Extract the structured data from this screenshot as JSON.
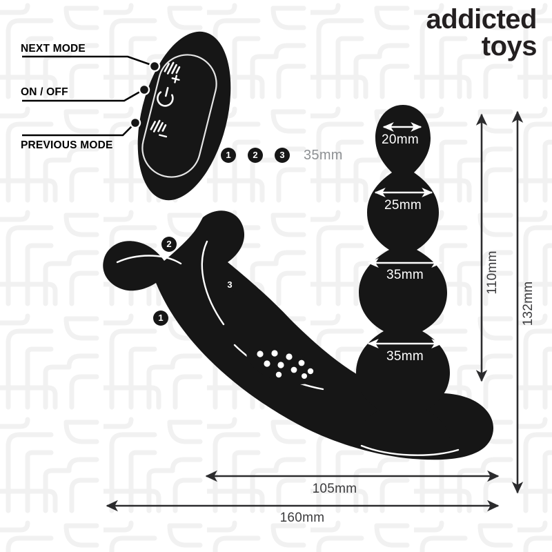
{
  "brand": {
    "line1": "addicted",
    "line2": "toys"
  },
  "callouts": [
    {
      "id": "next-mode",
      "label": "NEXT MODE"
    },
    {
      "id": "on-off",
      "label": "ON / OFF"
    },
    {
      "id": "previous-mode",
      "label": "PREVIOUS MODE"
    }
  ],
  "remote": {
    "icons": [
      {
        "name": "vibration-plus-icon",
        "meaning": "next mode"
      },
      {
        "name": "power-icon",
        "meaning": "on / off"
      },
      {
        "name": "vibration-minus-icon",
        "meaning": "previous mode"
      }
    ]
  },
  "legend": {
    "badges": [
      "1",
      "2",
      "3"
    ],
    "size": "35mm"
  },
  "body_markers": [
    {
      "badge": "1"
    },
    {
      "badge": "2"
    },
    {
      "badge": "3"
    }
  ],
  "dimensions": {
    "bead_widths": [
      {
        "label": "20mm",
        "bead": 1
      },
      {
        "label": "25mm",
        "bead": 2
      },
      {
        "label": "35mm",
        "bead": 3
      },
      {
        "label": "35mm",
        "bead": 4
      }
    ],
    "vertical": [
      {
        "label": "110mm",
        "name": "insertable-height"
      },
      {
        "label": "132mm",
        "name": "total-height"
      }
    ],
    "horizontal": [
      {
        "label": "105mm",
        "name": "body-length"
      },
      {
        "label": "160mm",
        "name": "total-length"
      }
    ]
  },
  "colors": {
    "silhouette": "#161616",
    "dim_line": "#2b2b2d",
    "dim_text": "#3b3b3d",
    "legend_text": "#8d9093",
    "watermark": "#f2f2f2",
    "background": "#ffffff"
  }
}
